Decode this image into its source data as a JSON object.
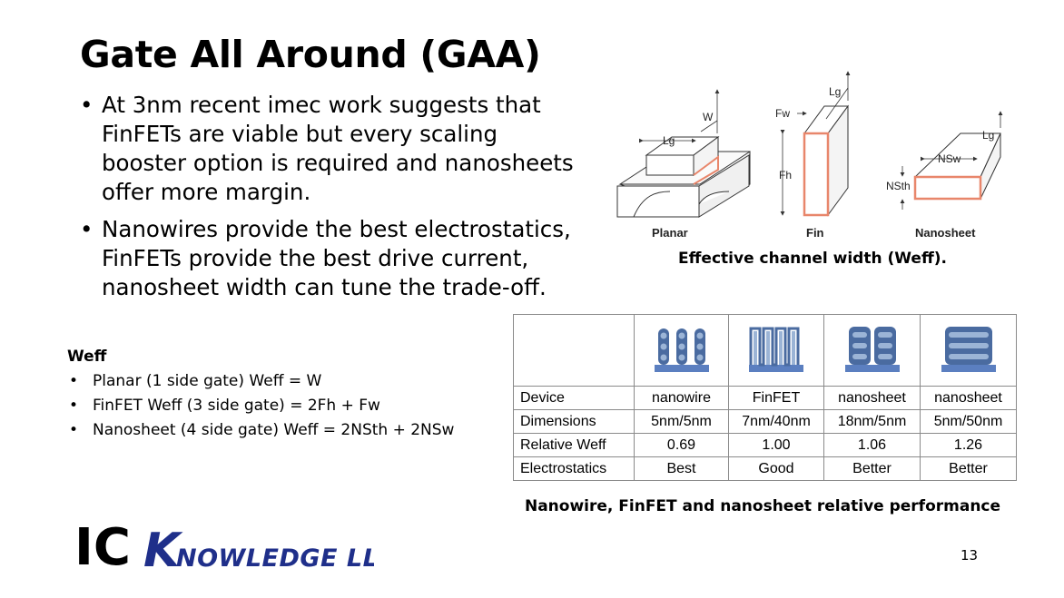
{
  "title": "Gate All Around (GAA)",
  "bullets": [
    "At 3nm recent imec work suggests that FinFETs are viable but every scaling booster option is required and nanosheets offer more margin.",
    "Nanowires provide the best electrostatics, FinFETs provide the best drive current, nanosheet width can tune the trade-off."
  ],
  "weff": {
    "title": "Weff",
    "items": [
      "Planar (1 side gate) Weff = W",
      "FinFET Weff (3 side gate) = 2Fh + Fw",
      "Nanosheet (4 side gate) Weff = 2NSth + 2NSw"
    ]
  },
  "diagram": {
    "labels": {
      "planar": "Planar",
      "fin": "Fin",
      "nanosheet": "Nanosheet",
      "w": "W",
      "lg": "Lg",
      "fw": "Fw",
      "fh": "Fh",
      "nsw": "NSw",
      "nsth": "NSth"
    },
    "caption": "Effective channel width (Weff).",
    "colors": {
      "channel": "#e8866b",
      "outline": "#333333"
    }
  },
  "table": {
    "icons": [
      "nanowire-stack-icon",
      "finfet-fins-icon",
      "nanosheet-stack-icon",
      "wide-nanosheet-stack-icon"
    ],
    "rows": [
      {
        "label": "Device",
        "values": [
          "nanowire",
          "FinFET",
          "nanosheet",
          "nanosheet"
        ]
      },
      {
        "label": "Dimensions",
        "values": [
          "5nm/5nm",
          "7nm/40nm",
          "18nm/5nm",
          "5nm/50nm"
        ]
      },
      {
        "label": "Relative Weff",
        "values": [
          "0.69",
          "1.00",
          "1.06",
          "1.26"
        ]
      },
      {
        "label": "Electrostatics",
        "values": [
          "Best",
          "Good",
          "Better",
          "Better"
        ]
      }
    ],
    "caption": "Nanowire, FinFET and nanosheet relative performance",
    "colors": {
      "channel": "#4a6ba0",
      "channel_light": "#9bb4d6",
      "substrate": "#5b7fc0"
    }
  },
  "logo": {
    "text_ic": "IC",
    "text_k": "K",
    "text_rest": "NOWLEDGE LLC",
    "colors": {
      "ic": "#000000",
      "knowledge": "#1f2f8a"
    }
  },
  "page_number": "13"
}
